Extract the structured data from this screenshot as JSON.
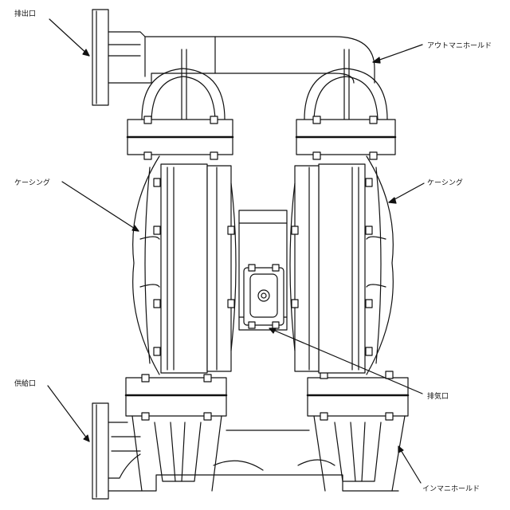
{
  "labels": {
    "discharge_port": "排出口",
    "out_manifold": "アウトマニホールド",
    "casing_left": "ケーシング",
    "casing_right": "ケーシング",
    "supply_port": "供給口",
    "exhaust_port": "排気口",
    "in_manifold": "インマニホールド"
  },
  "colors": {
    "line": "#111111",
    "background": "#ffffff"
  }
}
